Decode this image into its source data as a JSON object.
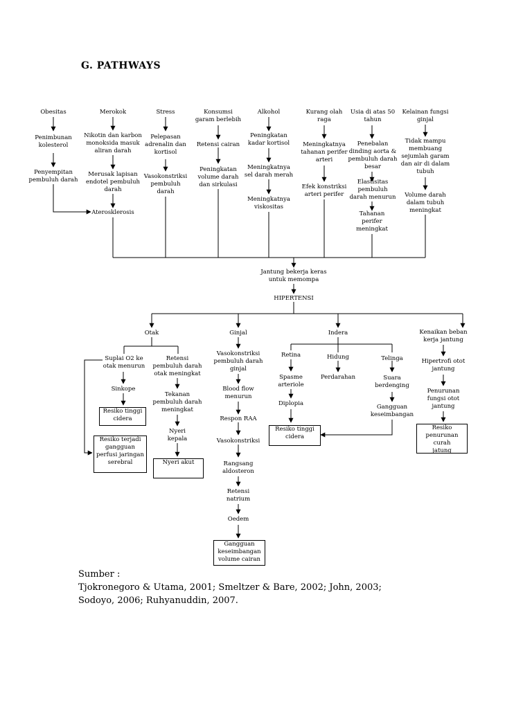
{
  "heading": "G.  PATHWAYS",
  "nodes": {
    "obesitas": "Obesitas",
    "penimbunan": "Penimbunan\nkolesterol",
    "penyempitan": "Penyempitan\npembuluh darah",
    "merokok": "Merokok",
    "nikotin": "Nikotin dan karbon\nmonoksida masuk\naliran darah",
    "merusak": "Merusak lapisan\nendotel pembuluh\ndarah",
    "aterosklerosis": "Aterosklerosis",
    "stress": "Stress",
    "pelepasan": "Pelepasan\nadrenalin dan\nkortisol",
    "vasokonstriksi1": "Vasokonstriksi\npembuluh\ndarah",
    "konsumsi": "Konsumsi\ngaram berlebih",
    "retensi_cairan": "Retensi cairan",
    "peningkatan_volume": "Peningkatan\nvolume darah\ndan sirkulasi",
    "alkohol": "Alkohol",
    "peningkatan_kortisol": "Peningkatan\nkadar kortisol",
    "meningkatnya_sel": "Meningkatnya\nsel darah merah",
    "meningkatnya_viskositas": "Meningkatnya\nviskositas",
    "kurang_olahraga": "Kurang olah\nraga",
    "meningkatnya_tahanan": "Meningkatnya\ntahanan perifer\narteri",
    "efek_konstriksi": "Efek konstriksi\narteri perifer",
    "usia": "Usia di atas 50\ntahun",
    "penebalan": "Penebalan\ndinding aorta &\npembuluh darah\nbesar",
    "elastisitas": "Elastisitas\npembuluh\ndarah menurun",
    "tahanan_perifer": "Tahanan\nperifer\nmeningkat",
    "kelainan": "Kelainan fungsi\nginjal",
    "tidak_mampu": "Tidak mampu\nmembuang\nsejumlah garam\ndan air di dalam\ntubuh",
    "volume_darah": "Volume darah\ndalam tubuh\nmeningkat",
    "jantung_bekerja": "Jantung bekerja keras\nuntuk memompa",
    "hipertensi": "HIPERTENSI",
    "otak": "Otak",
    "suplai_o2": "Suplai O2 ke\notak menurun",
    "sinkope": "Sinkope",
    "resiko_cidera_otak": "Resiko tinggi\ncidera",
    "resiko_perfusi": "Resiko terjadi\ngangguan\nperfusi jaringan\nserebral",
    "retensi_pembuluh": "Retensi\npembuluh darah\notak meningkat",
    "tekanan_pembuluh": "Tekanan\npembuluh darah\nmeningkat",
    "nyeri_kepala": "Nyeri\nkepala",
    "nyeri_akut": "Nyeri akut",
    "ginjal": "Ginjal",
    "vasokonstriksi_ginjal": "Vasokonstriksi\npembuluh darah\nginjal",
    "blood_flow": "Blood flow\nmenurun",
    "respon_raa": "Respon RAA",
    "vasokonstriksi2": "Vasokonstriksi",
    "rangsang": "Rangsang\naldosteron",
    "retensi_natrium": "Retensi\nnatrium",
    "oedem": "Oedem",
    "gangguan_cairan": "Gangguan\nkeseimbangan\nvolume cairan",
    "indera": "Indera",
    "retina": "Retina",
    "spasme": "Spasme\narteriole",
    "diplopia": "Diplopia",
    "resiko_cidera_indera": "Resiko tinggi\ncidera",
    "hidung": "Hidung",
    "perdarahan": "Perdarahan",
    "telinga": "Telinga",
    "suara": "Suara\nberdenging",
    "gangguan_keseimbangan": "Gangguan\nkeseimbangan",
    "kenaikan_beban": "Kenaikan beban\nkerja jantung",
    "hipertrofi": "Hipertrofi otot\njantung",
    "penurunan_fungsi": "Penurunan\nfungsi otot\njantung",
    "resiko_curah": "Resiko\npenurunan curah\njatung"
  },
  "source": {
    "label": "Sumber :",
    "citation": "Tjokronegoro & Utama, 2001; Smeltzer & Bare, 2002; John, 2003;\nSodoyo, 2006;  Ruhyanuddin, 2007."
  }
}
